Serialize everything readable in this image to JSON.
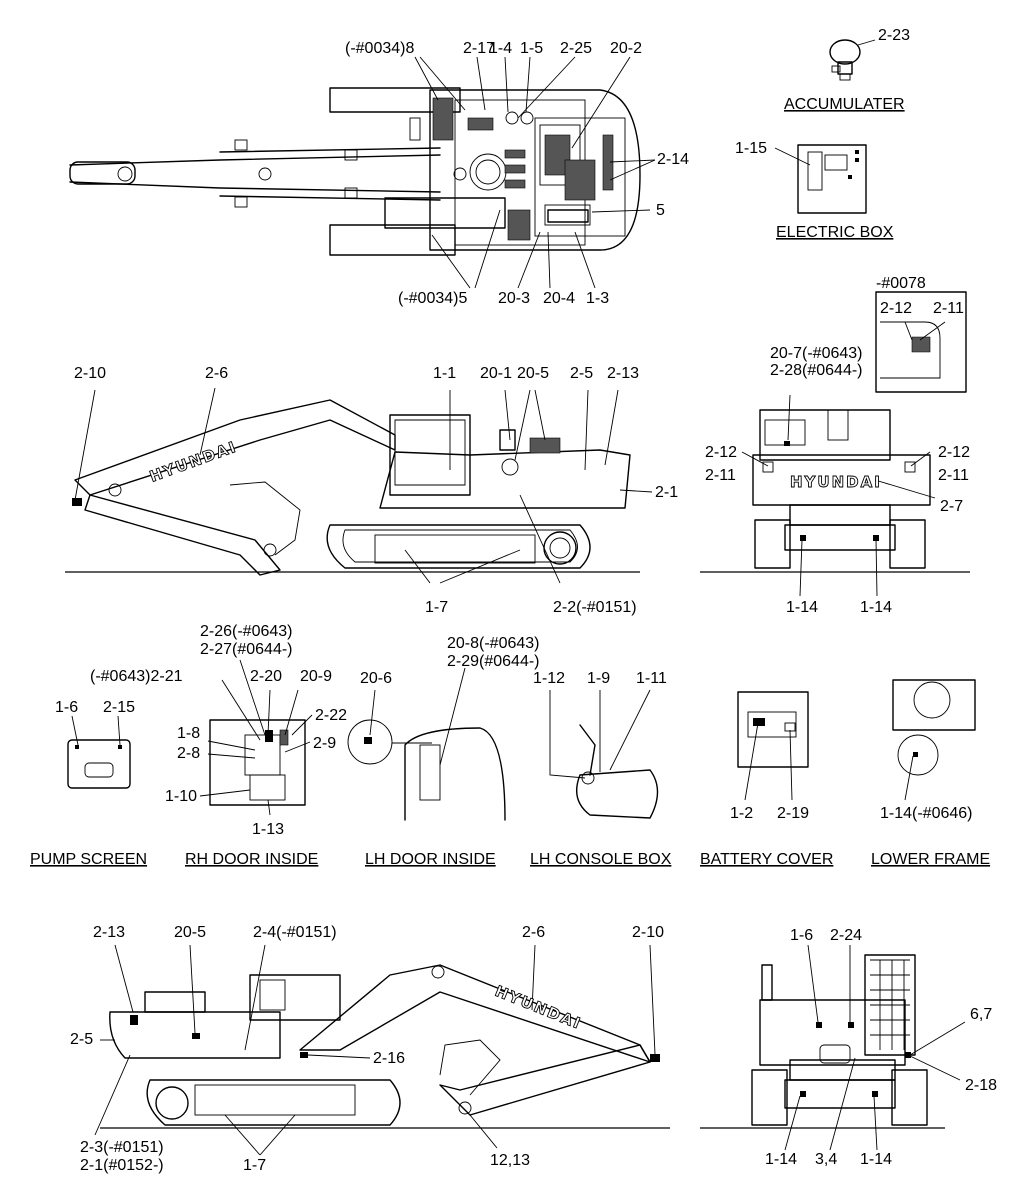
{
  "brand": "HYUNDAI",
  "captions": {
    "accumulater": "ACCUMULATER",
    "electric_box": "ELECTRIC BOX",
    "pump_screen": "PUMP SCREEN",
    "rh_door_inside": "RH DOOR INSIDE",
    "lh_door_inside": "LH DOOR INSIDE",
    "lh_console_box": "LH CONSOLE BOX",
    "battery_cover": "BATTERY COVER",
    "lower_frame": "LOWER FRAME"
  },
  "callouts": {
    "top": [
      "(-#0034)8",
      "2-17",
      "1-4",
      "1-5",
      "2-25",
      "20-2",
      "2-14",
      "5",
      "(-#0034)5",
      "20-3",
      "20-4",
      "1-3"
    ],
    "accumulater": [
      "2-23"
    ],
    "electric_box": [
      "1-15"
    ],
    "inset": [
      "-#0078",
      "2-12",
      "2-11"
    ],
    "left_side": [
      "2-10",
      "2-6",
      "1-1",
      "20-1",
      "20-5",
      "2-5",
      "2-13",
      "2-1",
      "1-7",
      "2-2(-#0151)"
    ],
    "rear": [
      "20-7(-#0643)",
      "2-28(#0644-)",
      "2-12",
      "2-11",
      "2-12",
      "2-11",
      "2-7",
      "1-14",
      "1-14"
    ],
    "pump_screen": [
      "1-6",
      "2-15"
    ],
    "rh_door": [
      "2-26(-#0643)",
      "2-27(#0644-)",
      "(-#0643)2-21",
      "2-20",
      "20-9",
      "2-22",
      "1-8",
      "2-8",
      "2-9",
      "1-10",
      "1-13"
    ],
    "lh_door": [
      "20-6",
      "20-8(-#0643)",
      "2-29(#0644-)"
    ],
    "lh_console": [
      "1-12",
      "1-9",
      "1-11"
    ],
    "battery_cover": [
      "1-2",
      "2-19"
    ],
    "lower_frame": [
      "1-14(-#0646)"
    ],
    "right_side": [
      "2-13",
      "20-5",
      "2-4(-#0151)",
      "2-6",
      "2-10",
      "2-5",
      "2-16",
      "2-3(-#0151)",
      "2-1(#0152-)",
      "1-7",
      "12,13"
    ],
    "front": [
      "1-6",
      "2-24",
      "6,7",
      "2-18",
      "1-14",
      "3,4",
      "1-14"
    ]
  }
}
